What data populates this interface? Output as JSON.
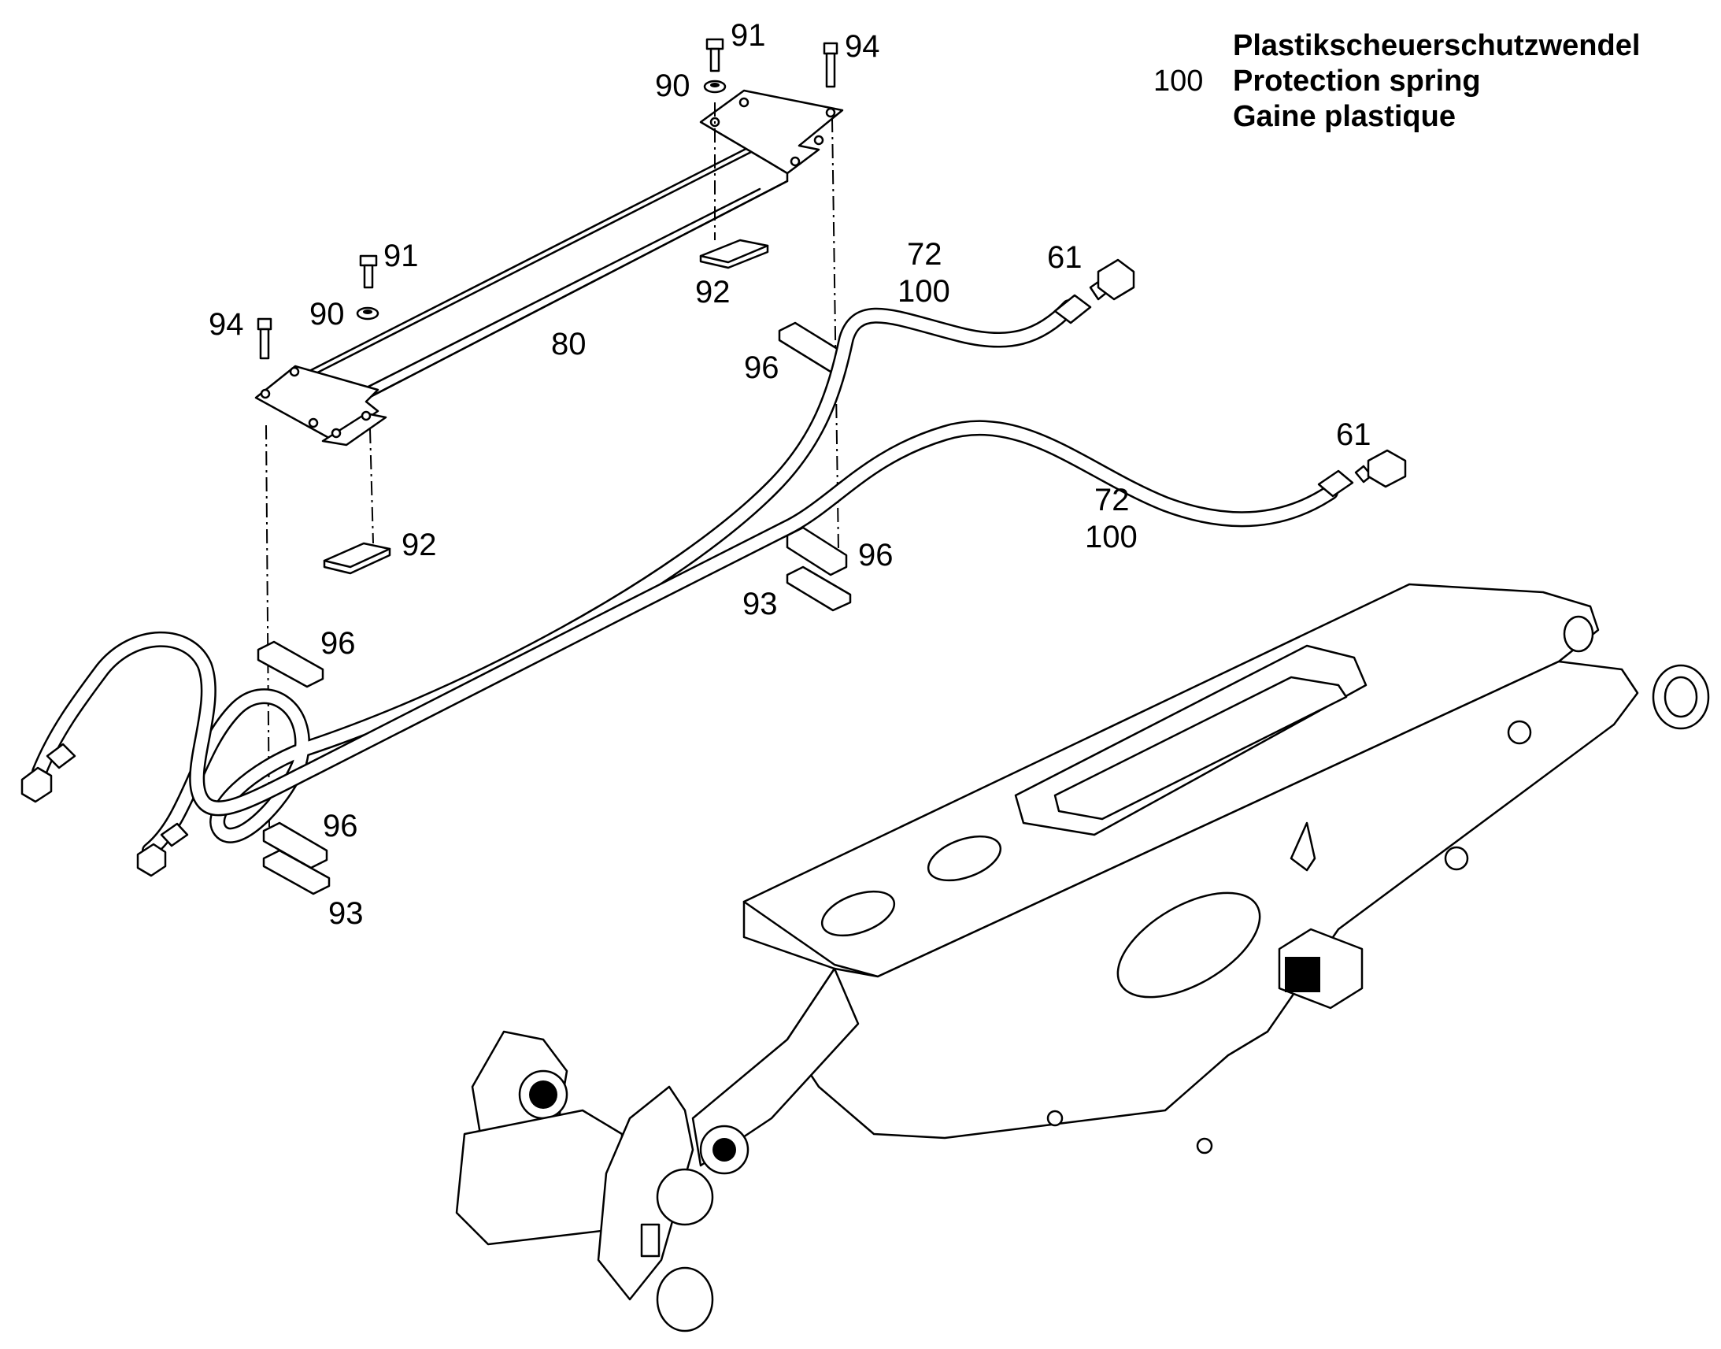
{
  "legend": {
    "number": "100",
    "line_de": "Plastikscheuerschutzwendel",
    "line_en": "Protection spring",
    "line_fr": "Gaine plastique"
  },
  "callouts": {
    "c91_top": "91",
    "c94_top": "94",
    "c90_top": "90",
    "c92_top": "92",
    "c91_mid": "91",
    "c90_mid": "90",
    "c94_mid": "94",
    "c80": "80",
    "c92_low": "92",
    "c96_a": "96",
    "c96_b": "96",
    "c96_c": "96",
    "c96_d": "96",
    "c93_a": "93",
    "c93_b": "93",
    "c72_a": "72",
    "c100_a": "100",
    "c72_b": "72",
    "c100_b": "100",
    "c61_a": "61",
    "c61_b": "61"
  }
}
